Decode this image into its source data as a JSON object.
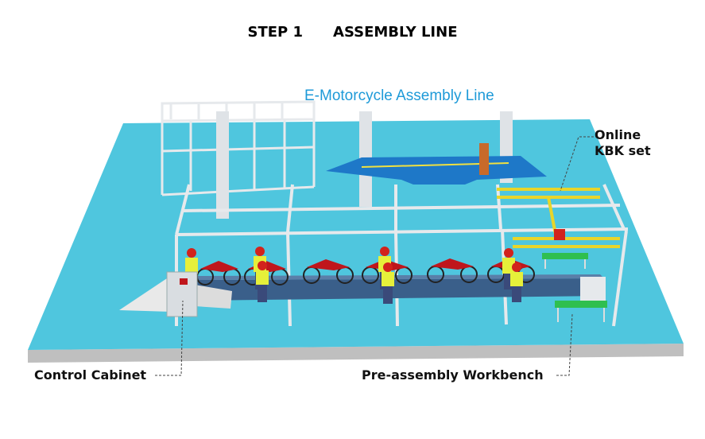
{
  "heading": {
    "step": "STEP 1",
    "section": "ASSEMBLY LINE"
  },
  "scene": {
    "title": "E-Motorcycle Assembly Line"
  },
  "callouts": {
    "kbk_line1": "Online",
    "kbk_line2": "KBK set",
    "control_cabinet": "Control Cabinet",
    "workbench": "Pre-assembly Workbench"
  },
  "colors": {
    "floor": "#4fc6de",
    "floor_edge": "#bfbfbf",
    "frame": "#e6e9ec",
    "conveyor": "#3a5f8a",
    "kbk": "#e8d52a",
    "bench": "#2fbf4f",
    "bike": "#c0161c",
    "worker_shirt": "#e6f03a",
    "ramp": "#1e78c8",
    "title": "#1e9ad8"
  }
}
